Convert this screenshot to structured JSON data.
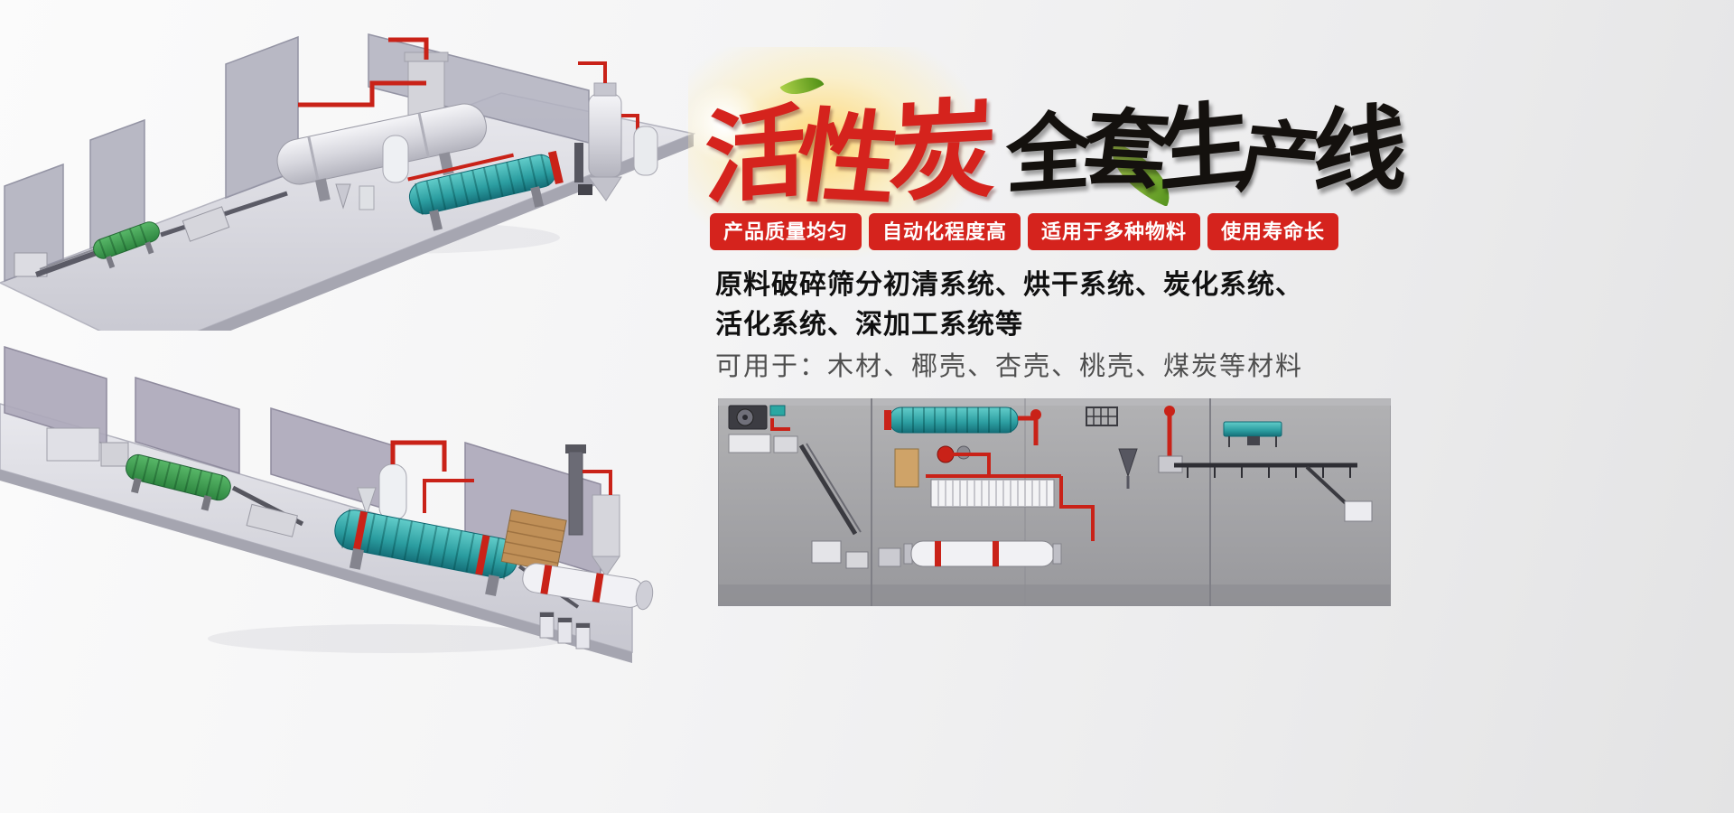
{
  "banner": {
    "title": {
      "red": "活性炭",
      "black": "全套生产线"
    },
    "badges": [
      {
        "label": "产品质量均匀"
      },
      {
        "label": "自动化程度高"
      },
      {
        "label": "适用于多种物料"
      },
      {
        "label": "使用寿命长"
      }
    ],
    "description": {
      "line1": "原料破碎筛分初清系统、烘干系统、炭化系统、",
      "line2": "活化系统、深加工系统等"
    },
    "materials": "可用于：木材、椰壳、杏壳、桃壳、煤炭等材料"
  },
  "colors": {
    "badge_red": "#d5231d",
    "title_red": "#d5231d",
    "title_black": "#14110e",
    "text_dark": "#101010",
    "text_gray": "#4f4f4f",
    "pipe_red": "#c92218",
    "machine_teal": "#2aa0a0",
    "machine_green": "#3f9b51",
    "panel_gray": "#a2a2a6",
    "leaf_green": "#6aa51f"
  },
  "figures": {
    "render_top": "3d-render-production-line-top",
    "render_bottom": "3d-render-production-line-bottom",
    "diagram": "production-line-layout-diagram"
  }
}
